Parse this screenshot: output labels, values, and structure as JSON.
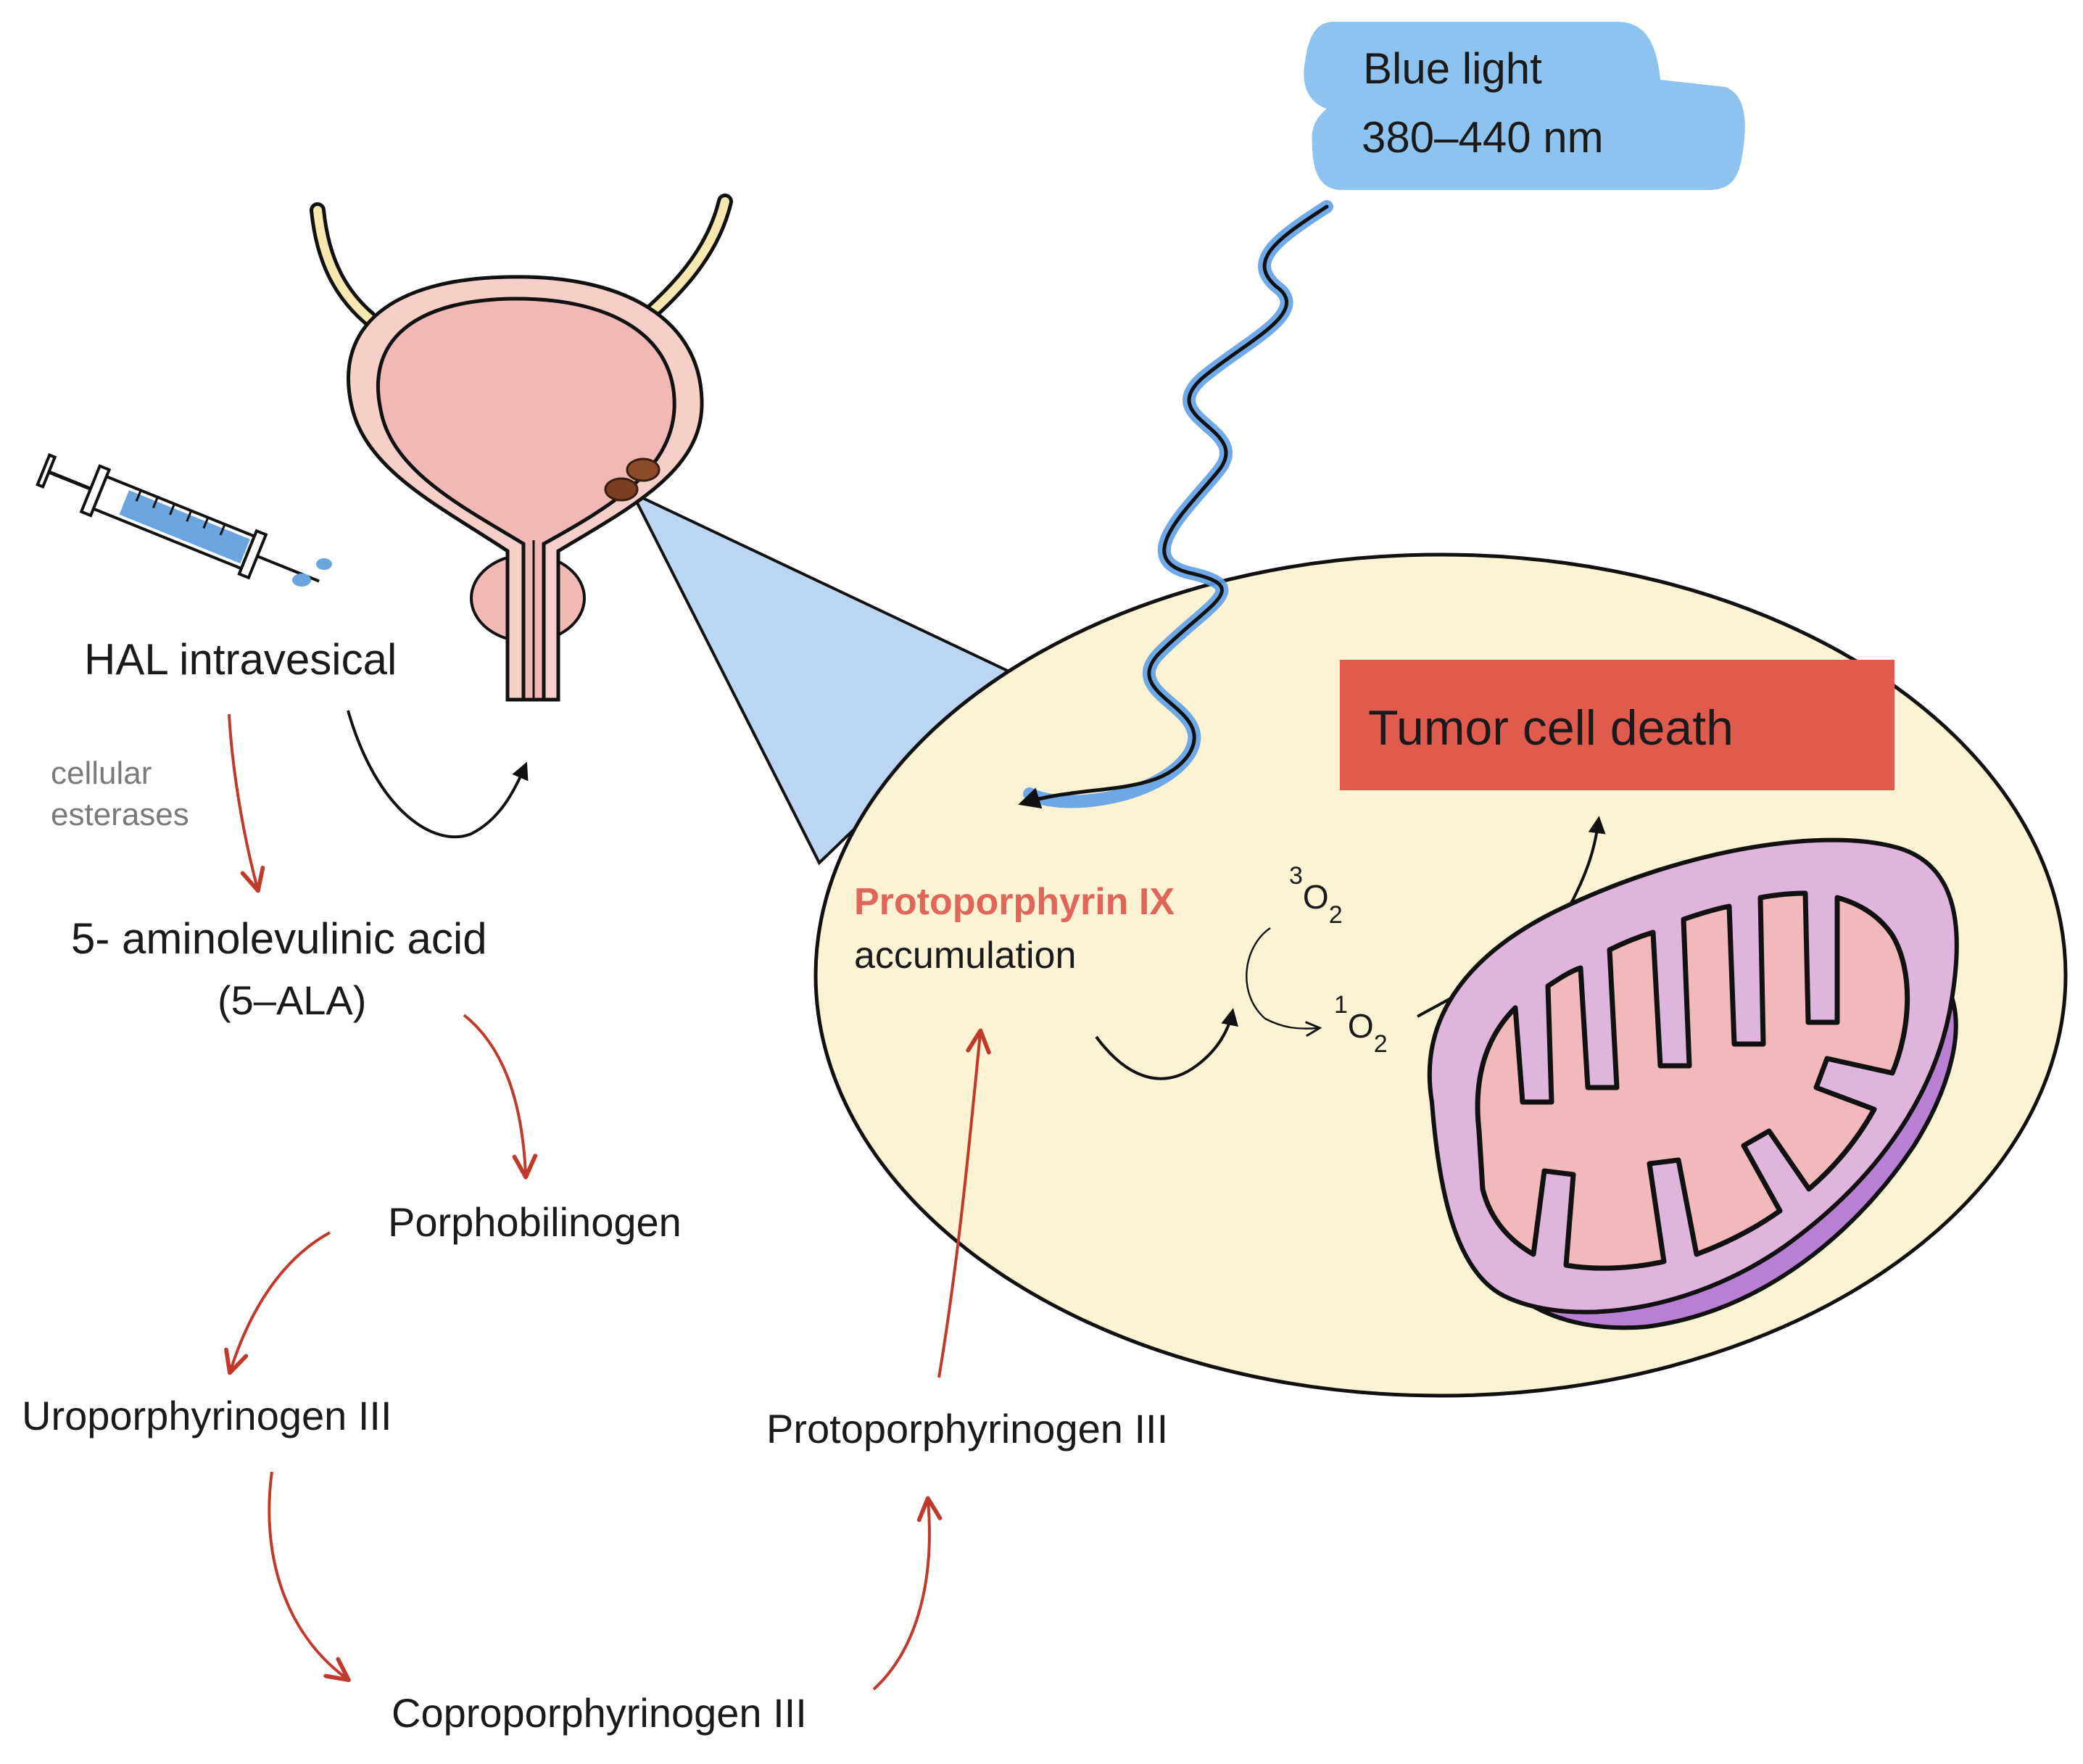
{
  "colors": {
    "ellipse_fill": "#fbf3d3",
    "zoom_fill": "#bad6f3",
    "cloud_fill": "#8ec3ef",
    "bladder_fill": "#f1b9b6",
    "bladder_wall": "#f5cfc8",
    "pathway_arrow": "#c0392b",
    "tumor_box": "#e05a4e",
    "protoporphyrin_text": "#e0665c",
    "mito_outer": "#e0b5dc",
    "mito_side": "#b97fd3",
    "mito_inner": "#f1b9bb"
  },
  "icons": [
    "syringe-icon",
    "bladder-illustration",
    "mitochondrion-illustration",
    "light-wave",
    "tumor-spot"
  ],
  "cloud": {
    "line1": "Blue light",
    "line2": "380–440 nm"
  },
  "tumor_box": {
    "label": "Tumor cell death"
  },
  "cell": {
    "pp9_title": "Protoporphyrin IX",
    "pp9_sub": "accumulation",
    "o2_triplet_sup": "3",
    "o2_singlet_sup": "1",
    "o2_symbol": "O",
    "o2_sub": "2"
  },
  "pathway": {
    "hal": "HAL intravesical",
    "esterases_line1": "cellular",
    "esterases_line2": "esterases",
    "ala_line1": "5‐ aminolevulinic acid",
    "ala_line2": "(5–ALA)",
    "porphobilinogen": "Porphobilinogen",
    "uroporphyrinogen": "Uroporphyrinogen III",
    "coproporphyrinogen": "Coproporphyrinogen III",
    "protoporphyrinogen": "Protoporphyrinogen III"
  }
}
